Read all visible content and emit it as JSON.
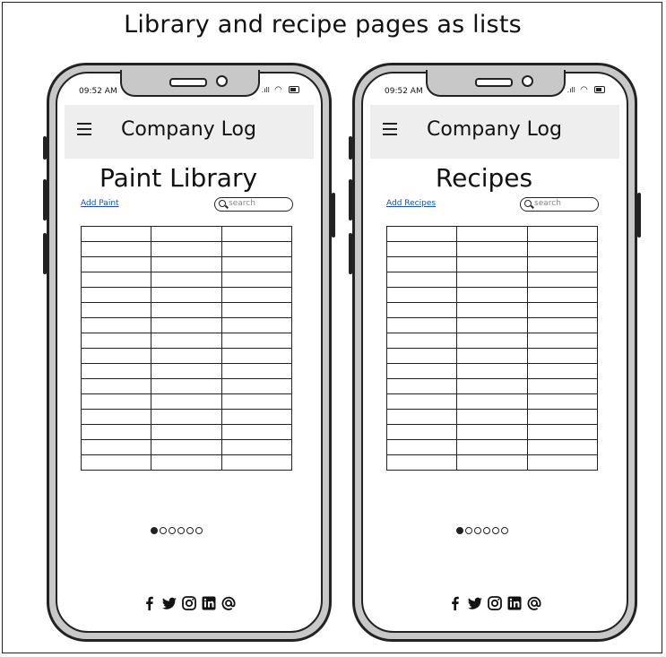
{
  "page": {
    "title": "Library and recipe pages as lists"
  },
  "phones": [
    {
      "time": "09:52 AM",
      "app_title": "Company Log",
      "screen_title": "Paint Library",
      "add_link": "Add Paint",
      "search_placeholder": "search",
      "table": {
        "columns": 3,
        "rows": 16
      },
      "pagination": {
        "total": 6,
        "active": 1
      },
      "socials": [
        "facebook-icon",
        "twitter-icon",
        "instagram-icon",
        "linkedin-icon",
        "at-sign-icon"
      ]
    },
    {
      "time": "09:52 AM",
      "app_title": "Company Log",
      "screen_title": "Recipes",
      "add_link": "Add Recipes",
      "search_placeholder": "search",
      "table": {
        "columns": 3,
        "rows": 16
      },
      "pagination": {
        "total": 6,
        "active": 1
      },
      "socials": [
        "facebook-icon",
        "twitter-icon",
        "instagram-icon",
        "linkedin-icon",
        "at-sign-icon"
      ]
    }
  ],
  "colors": {
    "frame": "#c8c8c8",
    "header_bg": "#eeeeee",
    "link": "#1a4fb0",
    "ink": "#222222"
  }
}
